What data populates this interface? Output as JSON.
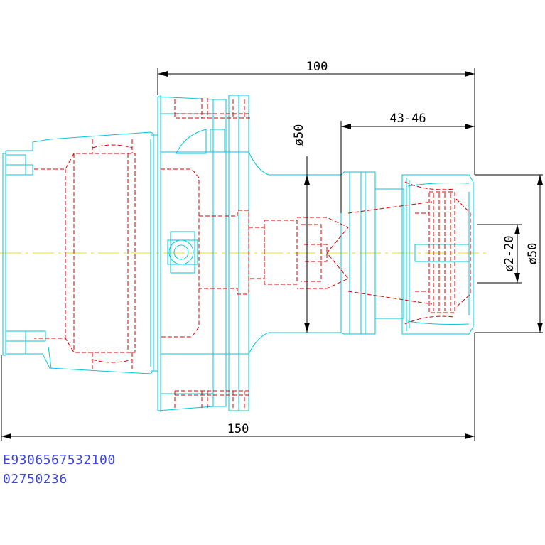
{
  "dimensions": {
    "length_100": "100",
    "length_43_46": "43-46",
    "diameter_50_left": "ø50",
    "diameter_2_20": "ø2-20",
    "diameter_50_right": "ø50",
    "length_150": "150"
  },
  "codes": {
    "line1": "E9306567532100",
    "line2": "02750236"
  },
  "colors": {
    "outline": "#00c8dc",
    "hidden": "#e00000",
    "dimension": "#000000",
    "centerline": "#e6e600",
    "code_text": "#3c46e6"
  }
}
